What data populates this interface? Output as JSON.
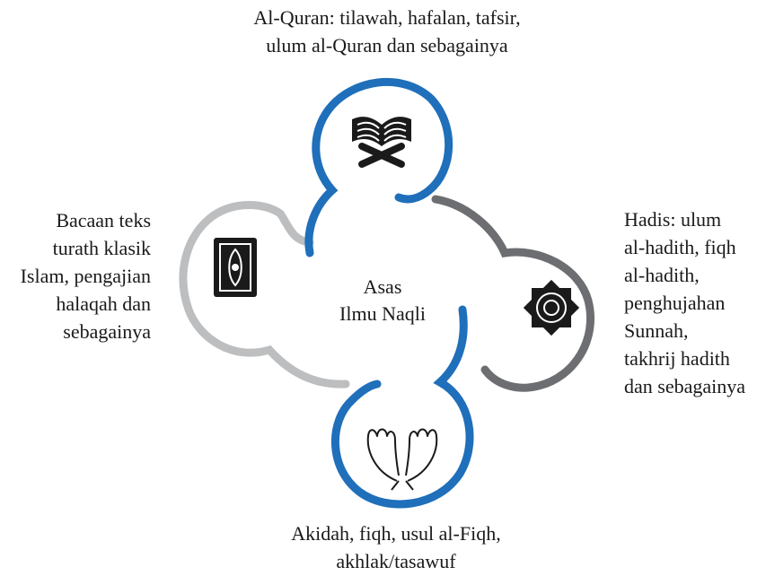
{
  "center": {
    "line1": "Asas",
    "line2": "Ilmu Naqli"
  },
  "branches": {
    "top": {
      "lines": [
        "Al-Quran: tilawah, hafalan, tafsir,",
        "ulum al-Quran dan sebagainya"
      ],
      "icon": "open-quran-icon",
      "color": "#1f6fba"
    },
    "right": {
      "lines": [
        "Hadis: ulum",
        "al-hadith, fiqh",
        "al-hadith,",
        "penghujahan",
        "Sunnah,",
        "takhrij hadith",
        "dan sebagainya"
      ],
      "icon": "octagram-star-icon",
      "color": "#6d6e71"
    },
    "bottom": {
      "lines": [
        "Akidah, fiqh, usul al-Fiqh,",
        "akhlak/tasawuf"
      ],
      "icon": "praying-hands-icon",
      "color": "#1f6fba"
    },
    "left": {
      "lines": [
        "Bacaan teks",
        "turath klasik",
        "Islam, pengajian",
        "halaqah dan",
        "sebagainya"
      ],
      "icon": "classic-book-icon",
      "color": "#bcbec0"
    }
  }
}
